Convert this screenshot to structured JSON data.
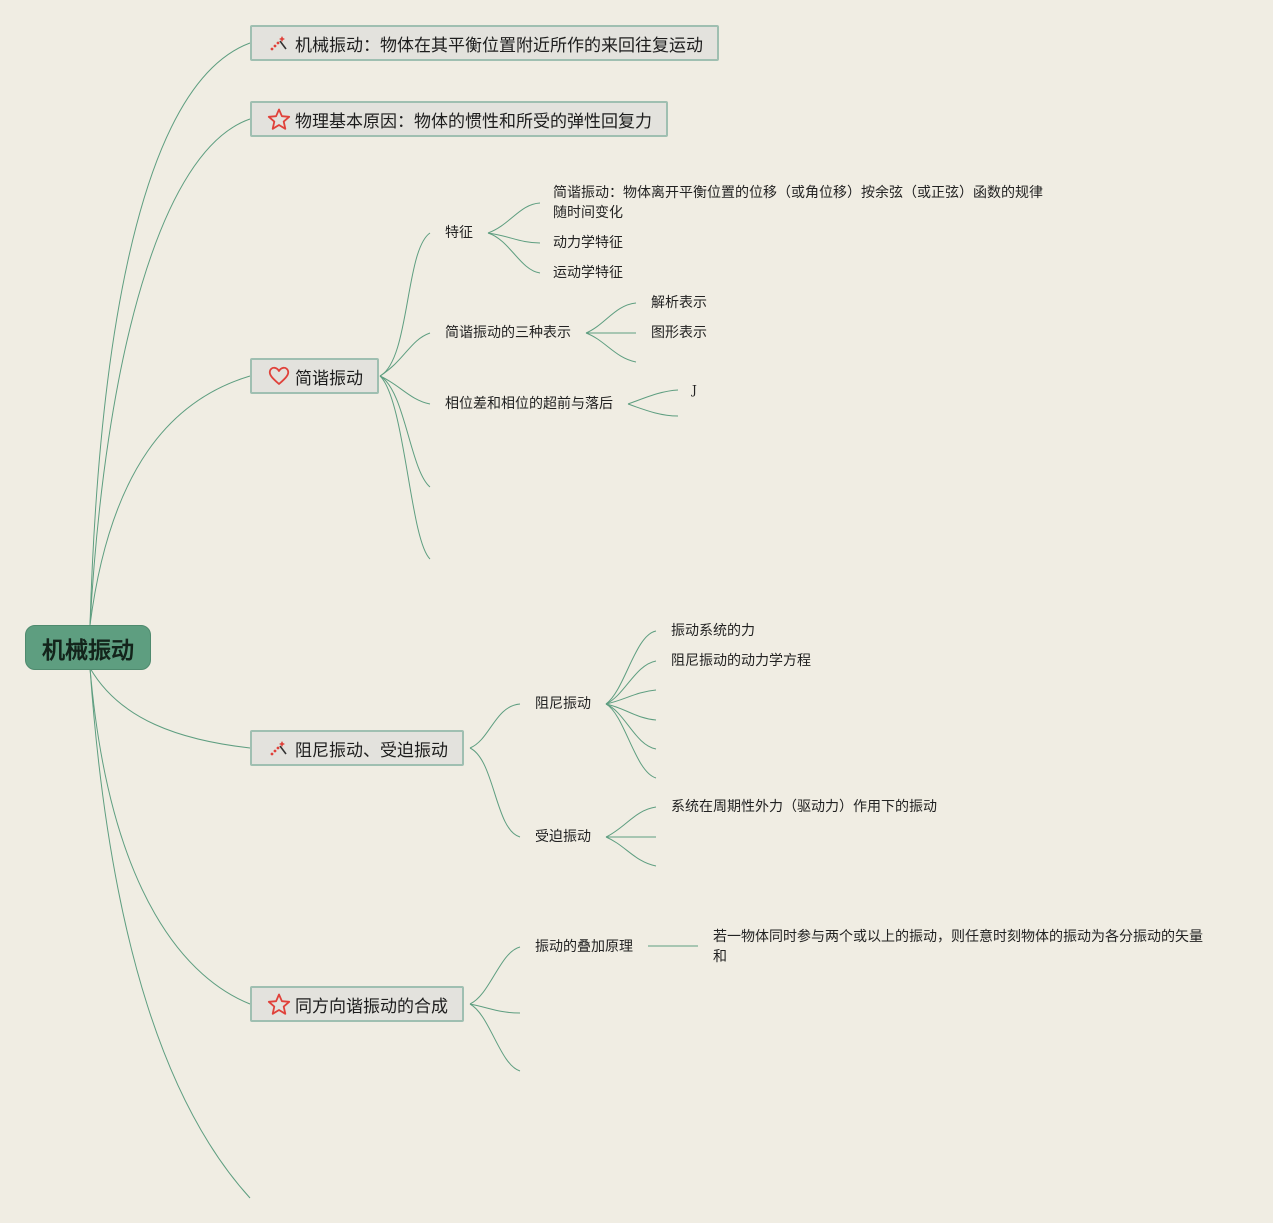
{
  "root": {
    "label": "机械振动"
  },
  "branches": [
    {
      "label": "机械振动：物体在其平衡位置附近所作的来回往复运动",
      "icon": "pencil-sparkle-icon"
    },
    {
      "label": "物理基本原因：物体的惯性和所受的弹性回复力",
      "icon": "star-icon"
    },
    {
      "label": "简谐振动",
      "icon": "heart-icon",
      "children": [
        {
          "label": "特征",
          "children": [
            {
              "label": "简谐振动：物体离开平衡位置的位移（或角位移）按余弦（或正弦）函数的规律随时间变化"
            },
            {
              "label": "动力学特征"
            },
            {
              "label": "运动学特征"
            }
          ]
        },
        {
          "label": "简谐振动的三种表示",
          "children": [
            {
              "label": "解析表示"
            },
            {
              "label": "图形表示"
            }
          ]
        },
        {
          "label": "相位差和相位的超前与落后",
          "children": [
            {
              "label": "J"
            }
          ]
        }
      ]
    },
    {
      "label": "阻尼振动、受迫振动",
      "icon": "pencil-sparkle-icon",
      "children": [
        {
          "label": "阻尼振动",
          "children": [
            {
              "label": "振动系统的力"
            },
            {
              "label": "阻尼振动的动力学方程"
            }
          ]
        },
        {
          "label": "受迫振动",
          "children": [
            {
              "label": "系统在周期性外力（驱动力）作用下的振动"
            }
          ]
        }
      ]
    },
    {
      "label": "同方向谐振动的合成",
      "icon": "star-icon",
      "children": [
        {
          "label": "振动的叠加原理",
          "children": [
            {
              "label": "若一物体同时参与两个或以上的振动，则任意时刻物体的振动为各分振动的矢量和"
            }
          ]
        }
      ]
    }
  ],
  "colors": {
    "background": "#f0ede3",
    "root": "#5e9e80",
    "link": "#5e9e80",
    "icon": "#e0413a"
  }
}
